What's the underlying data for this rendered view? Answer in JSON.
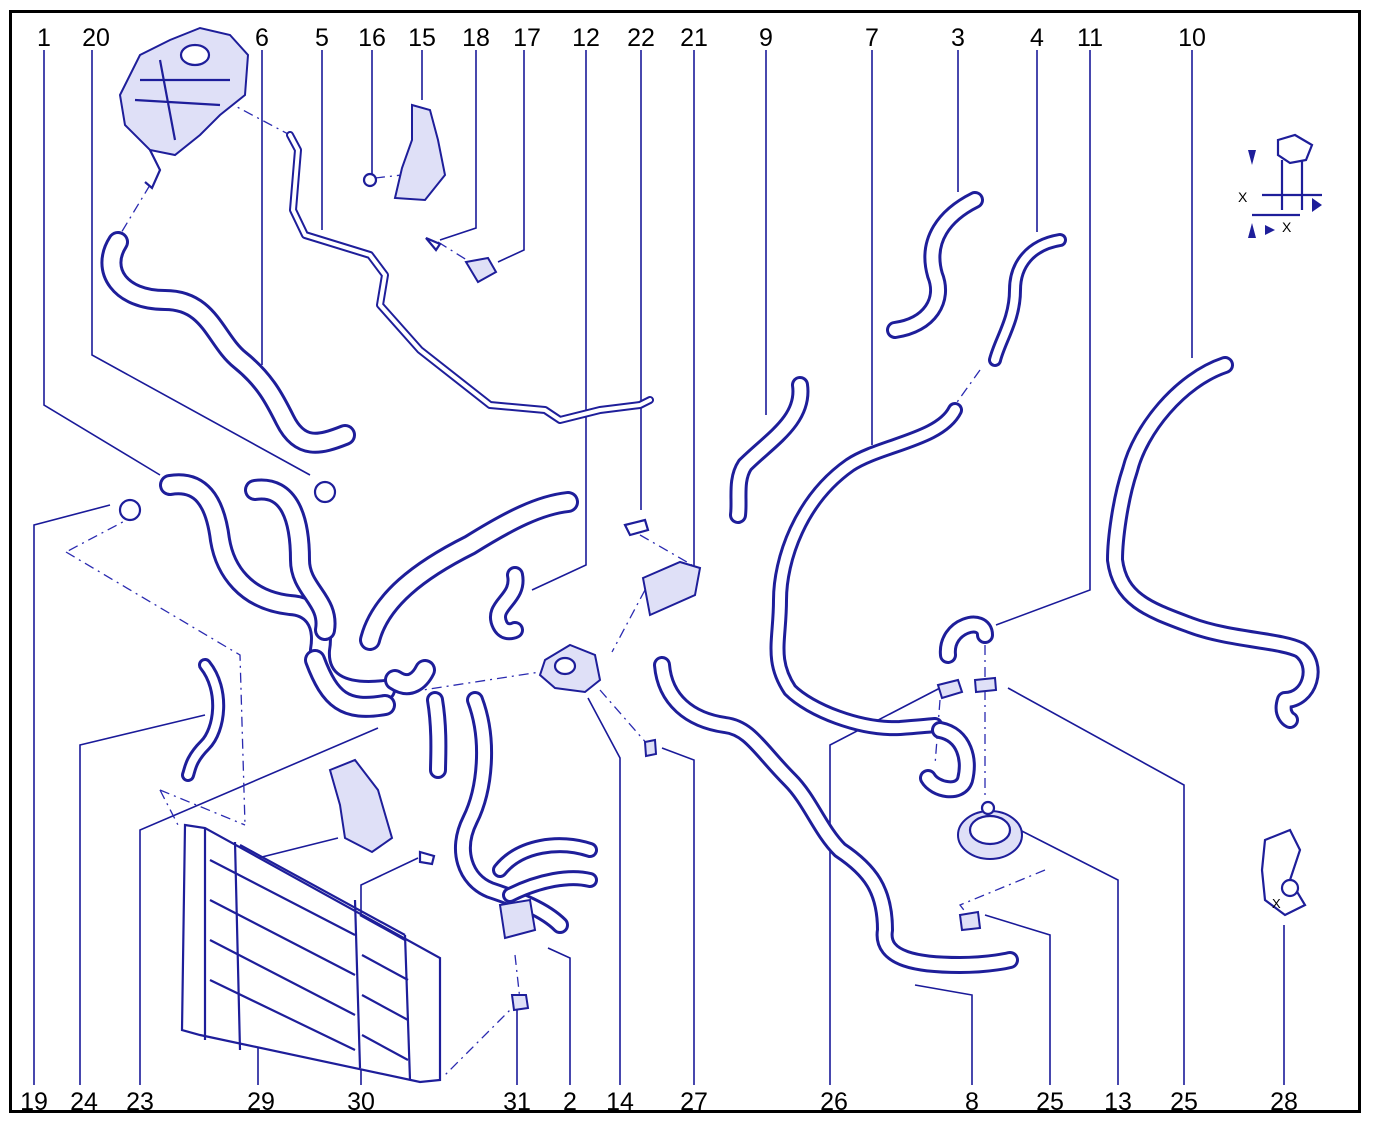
{
  "labels_top": [
    "1",
    "20",
    "6",
    "5",
    "16",
    "15",
    "18",
    "17",
    "12",
    "22",
    "21",
    "9",
    "7",
    "3",
    "4",
    "11",
    "10"
  ],
  "labels_bottom": [
    "19",
    "24",
    "23",
    "29",
    "30",
    "31",
    "2",
    "14",
    "27",
    "26",
    "8",
    "25",
    "13",
    "25",
    "28"
  ],
  "torque_symbol": {
    "marker_x1": "X",
    "marker_x2": "X"
  },
  "part28_marker": "X",
  "colors": {
    "line": "#1e1e9a",
    "frame": "#000000"
  }
}
